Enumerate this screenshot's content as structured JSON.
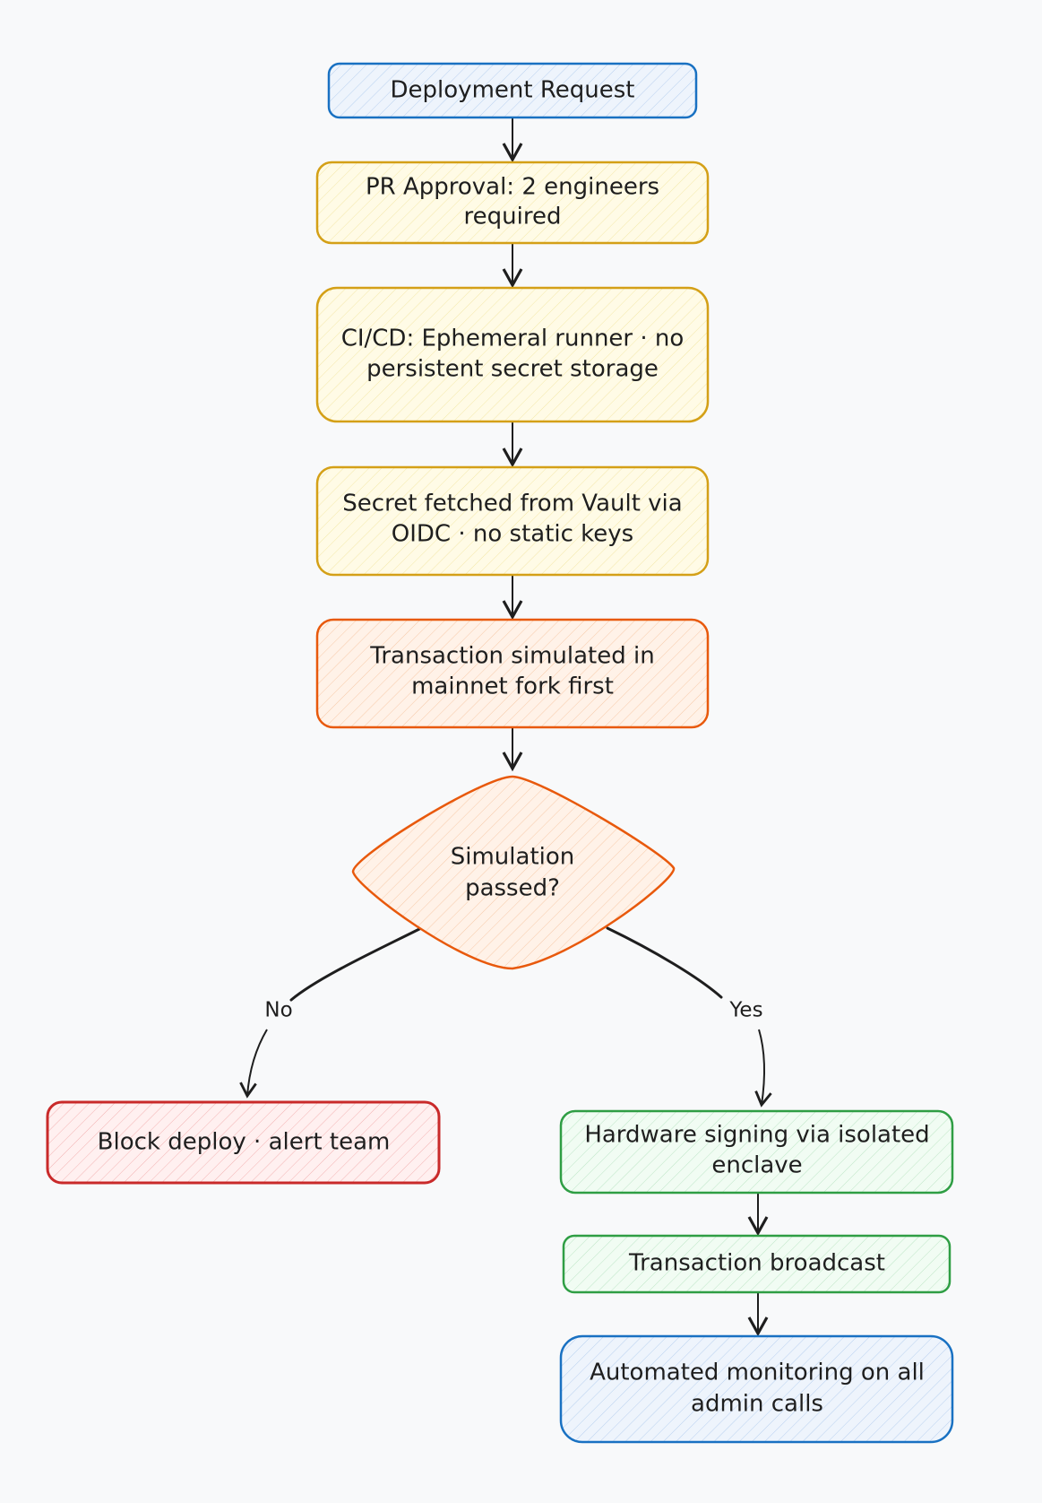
{
  "colors": {
    "blue": "#1971c2",
    "yellow_stroke": "#d4a017",
    "yellow_fill": "#fff9db",
    "orange_stroke": "#e8590c",
    "orange_fill": "#ffe8d6",
    "red_stroke": "#c92a2a",
    "red_fill": "#ffe3e3",
    "green_stroke": "#2f9e44",
    "green_fill": "#ebfbee",
    "blue_fill": "#e7f0fb"
  },
  "nodes": {
    "deployment_request": {
      "lines": [
        "Deployment Request"
      ]
    },
    "pr_approval": {
      "lines": [
        "PR Approval: 2 engineers",
        "required"
      ]
    },
    "cicd": {
      "lines": [
        "CI/CD: Ephemeral runner · no",
        "persistent secret storage"
      ]
    },
    "secret_fetch": {
      "lines": [
        "Secret fetched from Vault via",
        "OIDC · no static keys"
      ]
    },
    "tx_simulated": {
      "lines": [
        "Transaction simulated in",
        "mainnet fork first"
      ]
    },
    "sim_passed": {
      "lines": [
        "Simulation",
        "passed?"
      ]
    },
    "block_deploy": {
      "lines": [
        "Block deploy · alert team"
      ]
    },
    "hw_signing": {
      "lines": [
        "Hardware signing via isolated",
        "enclave"
      ]
    },
    "tx_broadcast": {
      "lines": [
        "Transaction broadcast"
      ]
    },
    "monitoring": {
      "lines": [
        "Automated monitoring on all",
        "admin calls"
      ]
    }
  },
  "edges": {
    "no_label": "No",
    "yes_label": "Yes"
  }
}
